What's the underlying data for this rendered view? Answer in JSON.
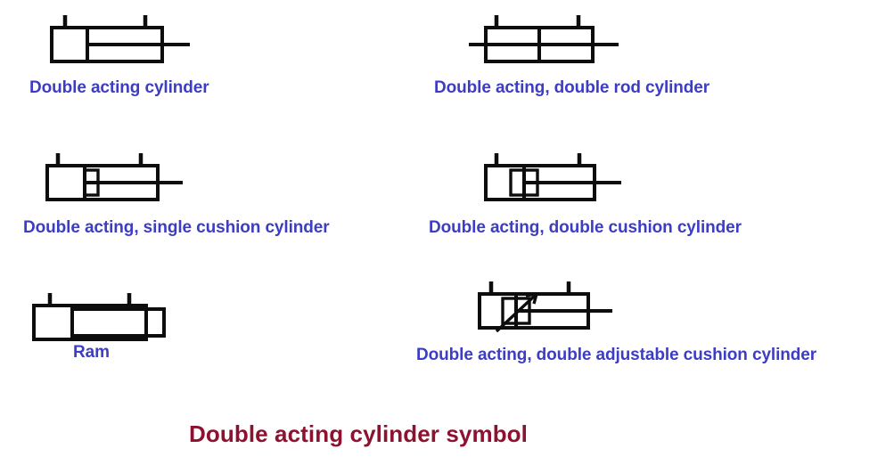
{
  "diagram": {
    "title": "Double acting cylinder symbol",
    "title_color": "#8c1230",
    "caption_color": "#3d3dc4",
    "line_color": "#0d0d0d",
    "background": "#ffffff"
  },
  "symbols": [
    {
      "id": "double-acting-cylinder",
      "caption": "Double acting cylinder",
      "ports": 2,
      "rods": 1,
      "cushions": 0,
      "adjustable": false
    },
    {
      "id": "double-acting-double-rod-cylinder",
      "caption": "Double acting, double rod cylinder",
      "ports": 2,
      "rods": 2,
      "cushions": 0,
      "adjustable": false
    },
    {
      "id": "double-acting-single-cushion-cylinder",
      "caption": "Double acting, single cushion cylinder",
      "ports": 2,
      "rods": 1,
      "cushions": 1,
      "adjustable": false
    },
    {
      "id": "double-acting-double-cushion-cylinder",
      "caption": "Double acting, double cushion cylinder",
      "ports": 2,
      "rods": 1,
      "cushions": 2,
      "adjustable": false
    },
    {
      "id": "ram",
      "caption": "Ram",
      "ports": 2,
      "rods": 1,
      "cushions": 0,
      "adjustable": false
    },
    {
      "id": "double-acting-double-adjustable-cushion-cylinder",
      "caption": "Double acting, double adjustable cushion cylinder",
      "ports": 2,
      "rods": 1,
      "cushions": 2,
      "adjustable": true
    }
  ]
}
